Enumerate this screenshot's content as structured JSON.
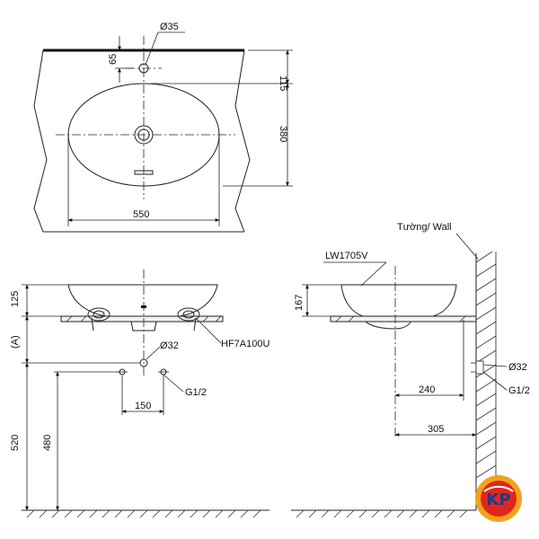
{
  "top_view": {
    "hole_diameter": "Ø35",
    "dim_65": "65",
    "dim_115": "115",
    "dim_380": "380",
    "dim_550": "550"
  },
  "front_view": {
    "dim_125": "125",
    "dim_A": "(A)",
    "dim_520": "520",
    "dim_480": "480",
    "dim_150": "150",
    "drain_diameter": "Ø32",
    "model_trap": "HF7A100U",
    "pipe_thread": "G1/2"
  },
  "side_view": {
    "wall_label": "Tường/ Wall",
    "model_basin": "LW1705V",
    "dim_167": "167",
    "dim_240": "240",
    "dim_305": "305",
    "drain_diameter": "Ø32",
    "pipe_thread": "G1/2"
  },
  "logo": {
    "text": "KP",
    "colors": {
      "outer": "#f2a21c",
      "inner": "#e2261c",
      "text": "#1e3a8a"
    }
  }
}
